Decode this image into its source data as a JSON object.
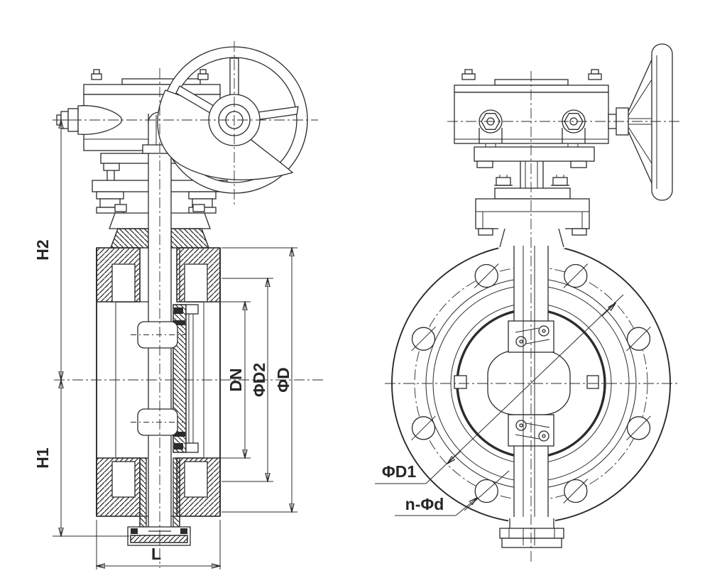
{
  "drawing": {
    "background": "#ffffff",
    "ink": "#2b2b2b",
    "left_view": {
      "name": "side-section-view",
      "dims": {
        "h2": "H2",
        "h1": "H1",
        "l": "L",
        "dn": "DN",
        "d2": "ΦD2",
        "d": "ΦD"
      }
    },
    "right_view": {
      "name": "front-view",
      "dims": {
        "d1": "ΦD1",
        "nd": "n-Φd"
      }
    }
  }
}
